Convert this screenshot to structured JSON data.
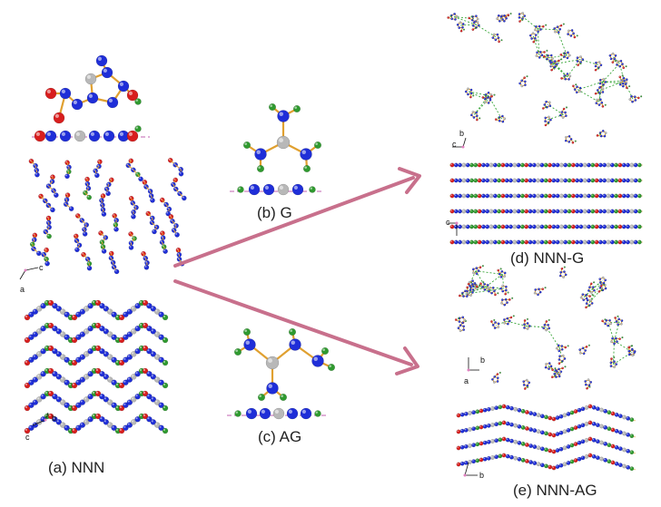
{
  "labels": {
    "a": "(a) NNN",
    "b": "(b) G",
    "c": "(c) AG",
    "d": "(d) NNN-G",
    "e": "(e) NNN-AG"
  },
  "axes": {
    "a_top": [
      "c",
      "a"
    ],
    "a_bottom": [
      "b",
      "c"
    ],
    "d_top": [
      "b",
      "c"
    ],
    "d_bottom": [
      "c"
    ],
    "e_top": [
      "b",
      "a"
    ],
    "e_bottom": [
      "b"
    ]
  },
  "colors": {
    "nitrogen": "#1f2ed8",
    "oxygen": "#d81e1e",
    "carbon": "#b8b8b8",
    "hydrogen": "#2f9a2f",
    "bond": "#e0a030",
    "hbond": "#3aa63a",
    "plane": "#c060b0",
    "arrow": "#c8708c"
  }
}
